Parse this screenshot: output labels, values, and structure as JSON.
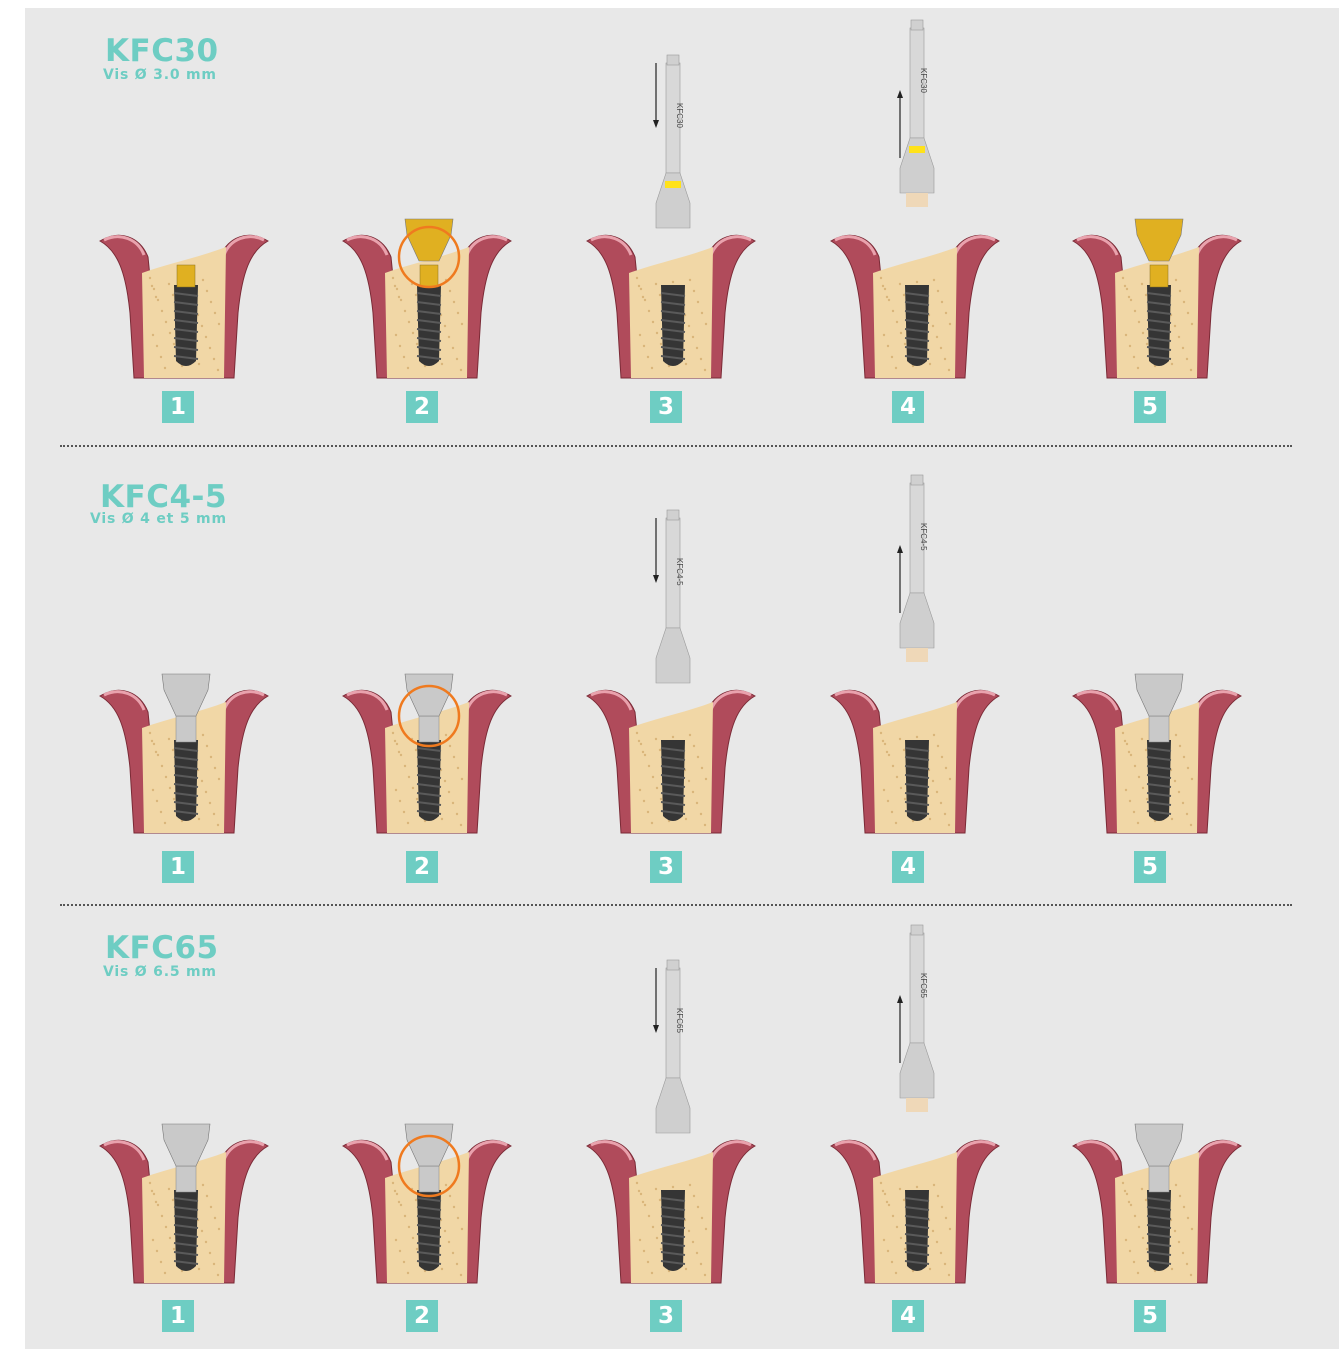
{
  "colors": {
    "accent": "#6ecdc3",
    "background": "#e8e8e8",
    "gum": "#b04b5b",
    "gum_light": "#e9a2ad",
    "bone": "#f1d7a6",
    "implant": "#353535",
    "gold": "#e0b021",
    "silver": "#c9c9c9",
    "marker": "#ffe21a",
    "ring": "#ef7a1f"
  },
  "sections": [
    {
      "title": "KFC30",
      "subtitle": "Vis Ø 3.0 mm",
      "tool_label": "KFC30",
      "screw": "gold",
      "tool_marker": "yellow",
      "steps": [
        {
          "number": "1",
          "content": "implant with screw"
        },
        {
          "number": "2",
          "content": "screw highlighted"
        },
        {
          "number": "3",
          "content": "tool inserted, arrow down"
        },
        {
          "number": "4",
          "content": "tool withdrawn, arrow up"
        },
        {
          "number": "5",
          "content": "screw in place"
        }
      ]
    },
    {
      "title": "KFC4-5",
      "subtitle": "Vis Ø 4 et 5 mm",
      "tool_label": "KFC4-5",
      "screw": "silver",
      "tool_marker": "none",
      "steps": [
        {
          "number": "1",
          "content": "implant with screw"
        },
        {
          "number": "2",
          "content": "screw highlighted"
        },
        {
          "number": "3",
          "content": "tool inserted, arrow down"
        },
        {
          "number": "4",
          "content": "tool withdrawn, arrow up"
        },
        {
          "number": "5",
          "content": "screw in place"
        }
      ]
    },
    {
      "title": "KFC65",
      "subtitle": "Vis Ø 6.5 mm",
      "tool_label": "KFC65",
      "screw": "silver",
      "tool_marker": "none",
      "steps": [
        {
          "number": "1",
          "content": "implant with screw"
        },
        {
          "number": "2",
          "content": "screw highlighted"
        },
        {
          "number": "3",
          "content": "tool inserted, arrow down"
        },
        {
          "number": "4",
          "content": "tool withdrawn, arrow up"
        },
        {
          "number": "5",
          "content": "screw in place"
        }
      ]
    }
  ]
}
